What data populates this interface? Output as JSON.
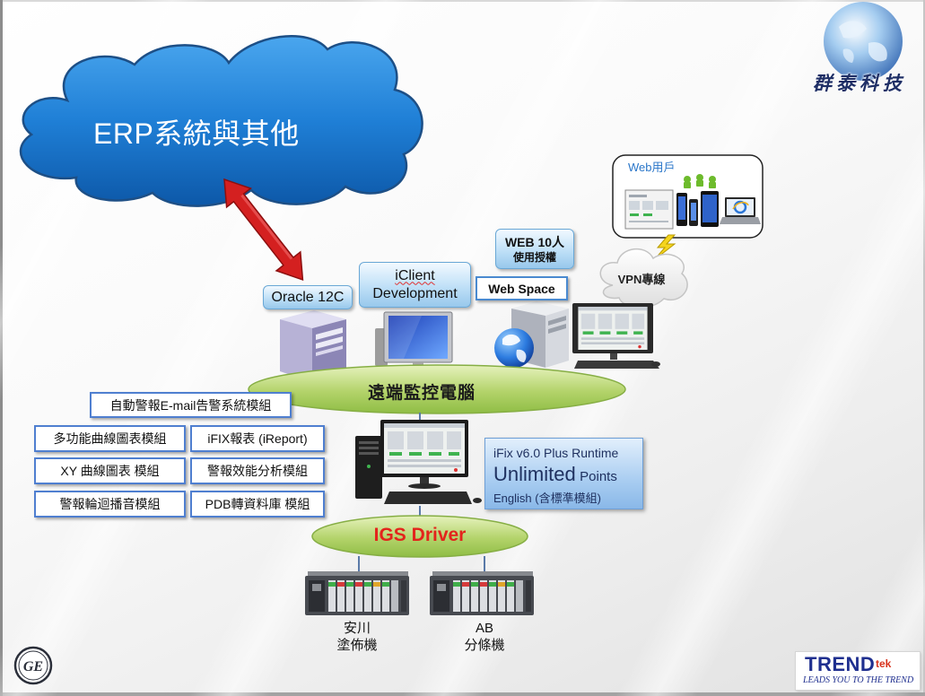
{
  "slide": {
    "erp_cloud": {
      "title": "ERP系統與其他"
    },
    "company_logo": {
      "text": "群泰科技"
    },
    "web_users": {
      "label": "Web用戶"
    },
    "vpn": {
      "label": "VPN專線"
    },
    "web_license": {
      "line1": "WEB 10人",
      "line2": "使用授權"
    },
    "iclient": {
      "line1": "iClient",
      "line2": "Development"
    },
    "web_space": {
      "label": "Web Space"
    },
    "oracle": {
      "label": "Oracle 12C"
    },
    "remote_pc": {
      "label": "遠端監控電腦"
    },
    "modules": [
      {
        "label": "自動警報E-mail告警系統模組"
      },
      {
        "label": "多功能曲線圖表模組"
      },
      {
        "label": "iFIX報表 (iReport)"
      },
      {
        "label": "XY 曲線圖表 模組"
      },
      {
        "label": "警報效能分析模組"
      },
      {
        "label": "警報輪迴播音模組"
      },
      {
        "label": "PDB轉資料庫 模組"
      }
    ],
    "ifix": {
      "line1": "iFix v6.0 Plus Runtime",
      "line2_large": "Unlimited",
      "line2_small": "Points",
      "line3": "English (含標準模組)"
    },
    "driver": {
      "label": "IGS Driver"
    },
    "plcs": [
      {
        "line1": "安川",
        "line2": "塗佈機"
      },
      {
        "line1": "AB",
        "line2": "分條機"
      }
    ],
    "ge_logo": {
      "text": "GE"
    },
    "trendtek_logo": {
      "brand_main": "TREND",
      "brand_suffix": "tek",
      "tagline": "LEADS YOU TO THE TREND"
    }
  },
  "colors": {
    "erp_cloud_fill": "#1f7fd6",
    "erp_cloud_outline": "#1d4f86",
    "arrow_red": "#d42020",
    "ellipse_green": "#b3d36a",
    "driver_text_red": "#e3241c",
    "module_border_blue": "#4f7fd0",
    "label_box_blue": "#bfe0f7",
    "ifix_box_blue": "#a9cdf1",
    "web_users_label_blue": "#2a76c9",
    "trend_navy": "#1f2f8f",
    "trend_red": "#d8321c"
  },
  "icons": {
    "company_logo": "globe-icon",
    "web_users_devices": [
      "hmi-panel-icon",
      "android-icon",
      "smartphone-icon",
      "tablet-icon",
      "laptop-icon"
    ],
    "vpn_link": "lightning-icon",
    "erp_link": "double-arrow-icon",
    "oracle_server": "server-tower-icon",
    "iclient_station": "lcd-monitor-icon",
    "web_server": "web-server-globe-icon",
    "web_space_station": "workstation-icon",
    "remote_pc": "desktop-pc-icon",
    "plc": "plc-rack-icon",
    "ge_logo": "ge-monogram-icon"
  }
}
